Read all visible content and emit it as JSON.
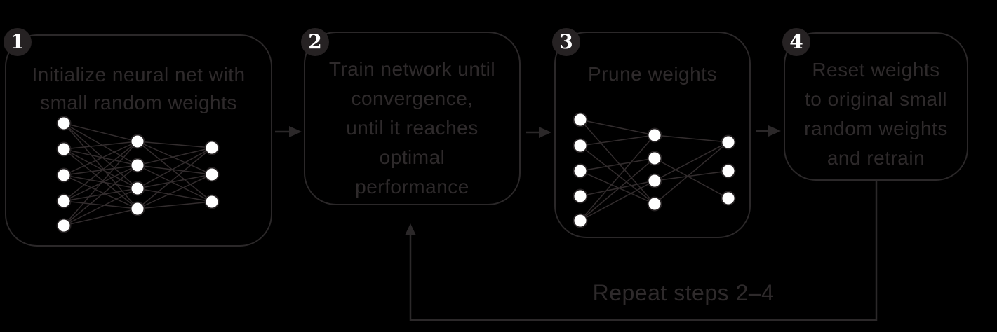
{
  "colors": {
    "background": "#000000",
    "stroke": "#2b2829",
    "text": "#2e2a2b",
    "badge_fill": "#262223",
    "badge_text": "#ffffff",
    "node_fill": "#ffffff"
  },
  "steps": [
    {
      "number": "1",
      "lines": [
        "Initialize neural net with",
        "small random weights"
      ]
    },
    {
      "number": "2",
      "lines": [
        "Train network until",
        "convergence,",
        "until it reaches",
        "optimal",
        "performance"
      ]
    },
    {
      "number": "3",
      "lines": [
        "Prune weights"
      ]
    },
    {
      "number": "4",
      "lines": [
        "Reset weights",
        "to original small",
        "random weights",
        "and retrain"
      ]
    }
  ],
  "repeat_label": "Repeat steps 2–4",
  "icons": {
    "step_connector": "right-arrow",
    "feedback_loop": "up-arrow-loop"
  },
  "networks": [
    {
      "location": "step-1",
      "layers": [
        5,
        4,
        3
      ],
      "connectivity": "dense"
    },
    {
      "location": "step-3",
      "layers": [
        5,
        4,
        3
      ],
      "connectivity": "sparse",
      "edges_l1": [
        [
          0,
          0
        ],
        [
          0,
          3
        ],
        [
          1,
          0
        ],
        [
          1,
          3
        ],
        [
          2,
          1
        ],
        [
          2,
          3
        ],
        [
          3,
          2
        ],
        [
          4,
          0
        ],
        [
          4,
          1
        ],
        [
          4,
          2
        ]
      ],
      "edges_l2": [
        [
          0,
          0
        ],
        [
          1,
          2
        ],
        [
          2,
          0
        ],
        [
          2,
          1
        ],
        [
          3,
          0
        ]
      ]
    }
  ]
}
